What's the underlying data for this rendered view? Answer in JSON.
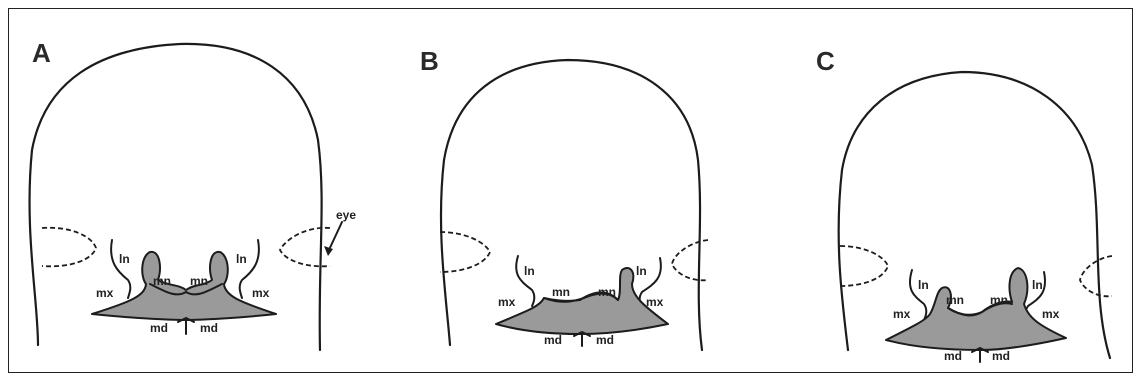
{
  "panels": [
    {
      "letter": "A",
      "labels": {
        "ln_left": "ln",
        "ln_right": "ln",
        "mn_left": "mn",
        "mn_right": "mn",
        "mx_left": "mx",
        "mx_right": "mx",
        "md_left": "md",
        "md_right": "md",
        "eye": "eye"
      }
    },
    {
      "letter": "B",
      "labels": {
        "ln_left": "ln",
        "ln_right": "ln",
        "mn_left": "mn",
        "mn_right": "mn",
        "mx_left": "mx",
        "mx_right": "mx",
        "md_left": "md",
        "md_right": "md"
      }
    },
    {
      "letter": "C",
      "labels": {
        "ln_left": "ln",
        "ln_right": "ln",
        "mn_left": "mn",
        "mn_right": "mn",
        "mx_left": "mx",
        "mx_right": "mx",
        "md_left": "md",
        "md_right": "md"
      }
    }
  ],
  "colors": {
    "outline": "#1c1c1c",
    "face_fill": "#9a9a9a",
    "background": "#ffffff"
  }
}
